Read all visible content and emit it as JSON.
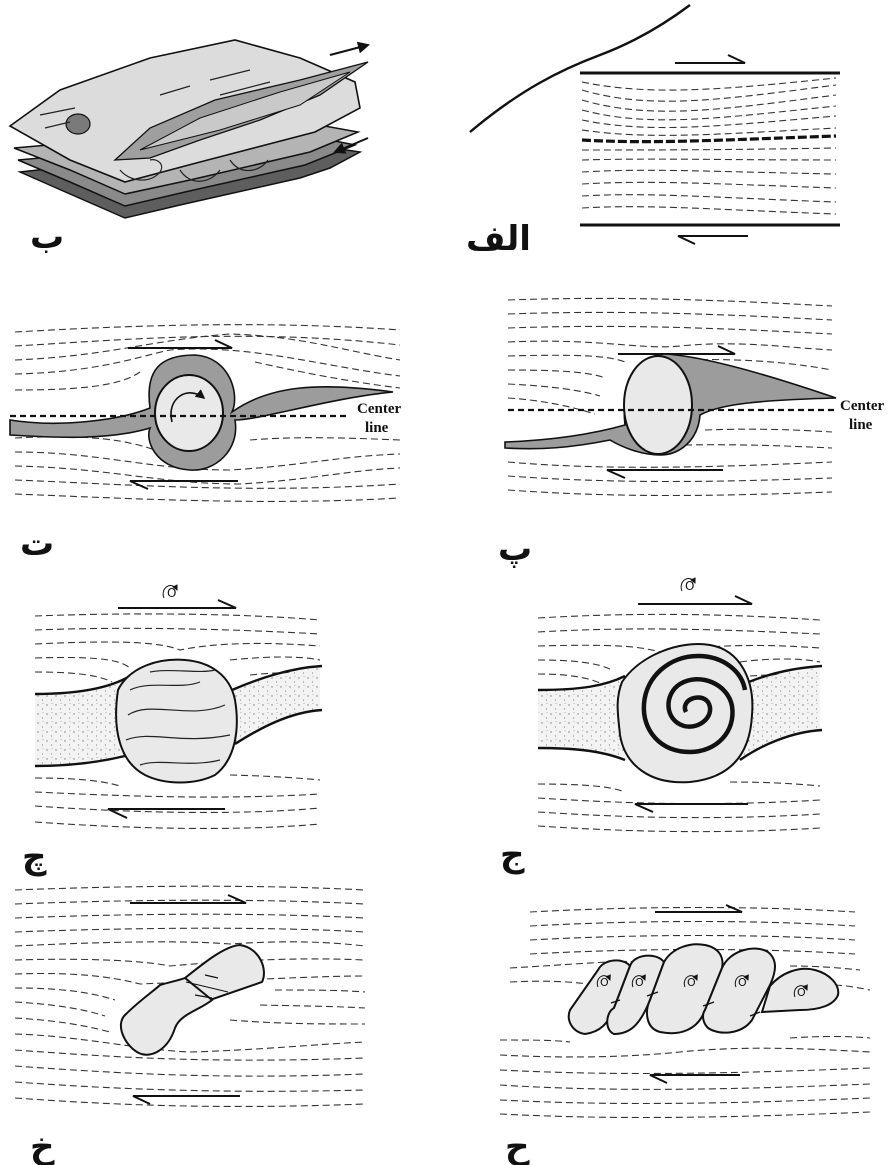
{
  "labels": {
    "alef": "الف",
    "be": "ب",
    "pe": "پ",
    "te": "ت",
    "jim": "ج",
    "che": "چ",
    "he": "ح",
    "khe": "خ"
  },
  "center_line": {
    "word1": "Center",
    "word2": "line"
  },
  "rotation_symbol": "O"
}
